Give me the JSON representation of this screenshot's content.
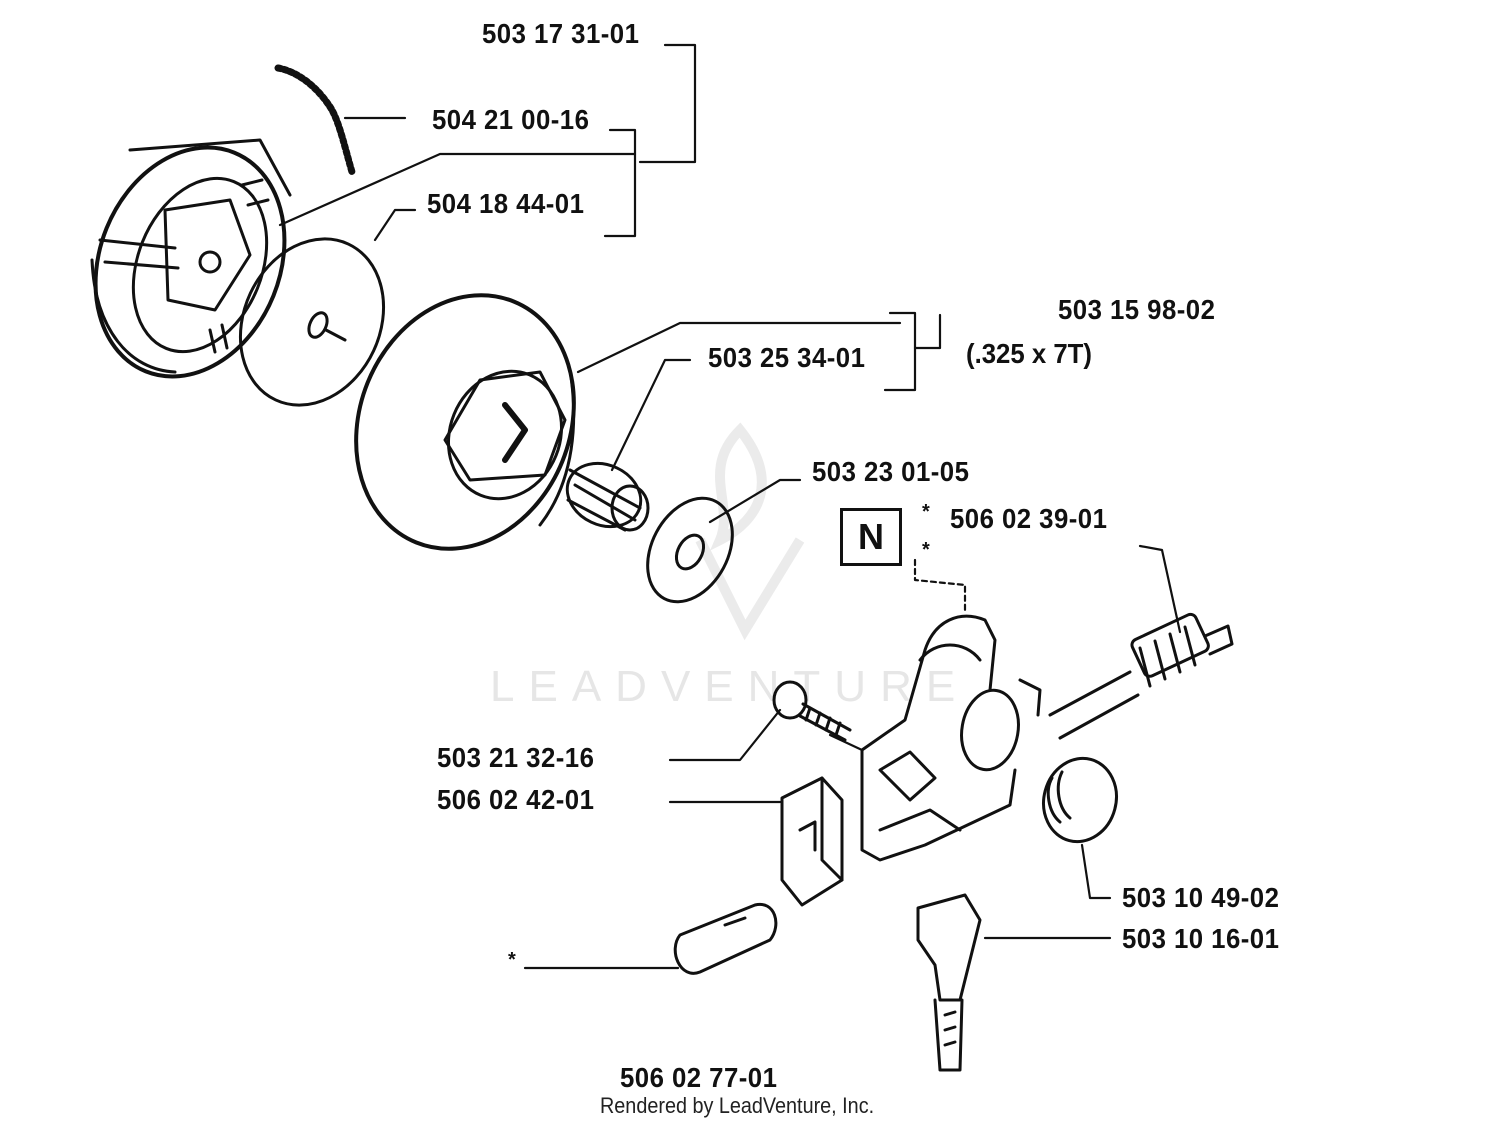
{
  "watermark": {
    "brand_text": "LEADVENTURE"
  },
  "box_label": "N",
  "asterisk": "*",
  "part_numbers": {
    "p503_17_31_01": "503 17 31-01",
    "p504_21_00_16": "504 21 00-16",
    "p504_18_44_01": "504 18 44-01",
    "p503_15_98_02": "503 15 98-02",
    "p503_25_34_01": "503 25 34-01",
    "p503_23_01_05": "503 23 01-05",
    "p506_02_39_01": "506 02 39-01",
    "p503_21_32_16": "503 21 32-16",
    "p506_02_42_01": "506 02 42-01",
    "p503_10_49_02": "503 10 49-02",
    "p503_10_16_01": "503 10 16-01",
    "p506_02_77_01": "506 02 77-01"
  },
  "notes": {
    "sprocket_spec": "(.325 x 7T)"
  },
  "footer": {
    "rendered_by": "Rendered by LeadVenture, Inc."
  }
}
